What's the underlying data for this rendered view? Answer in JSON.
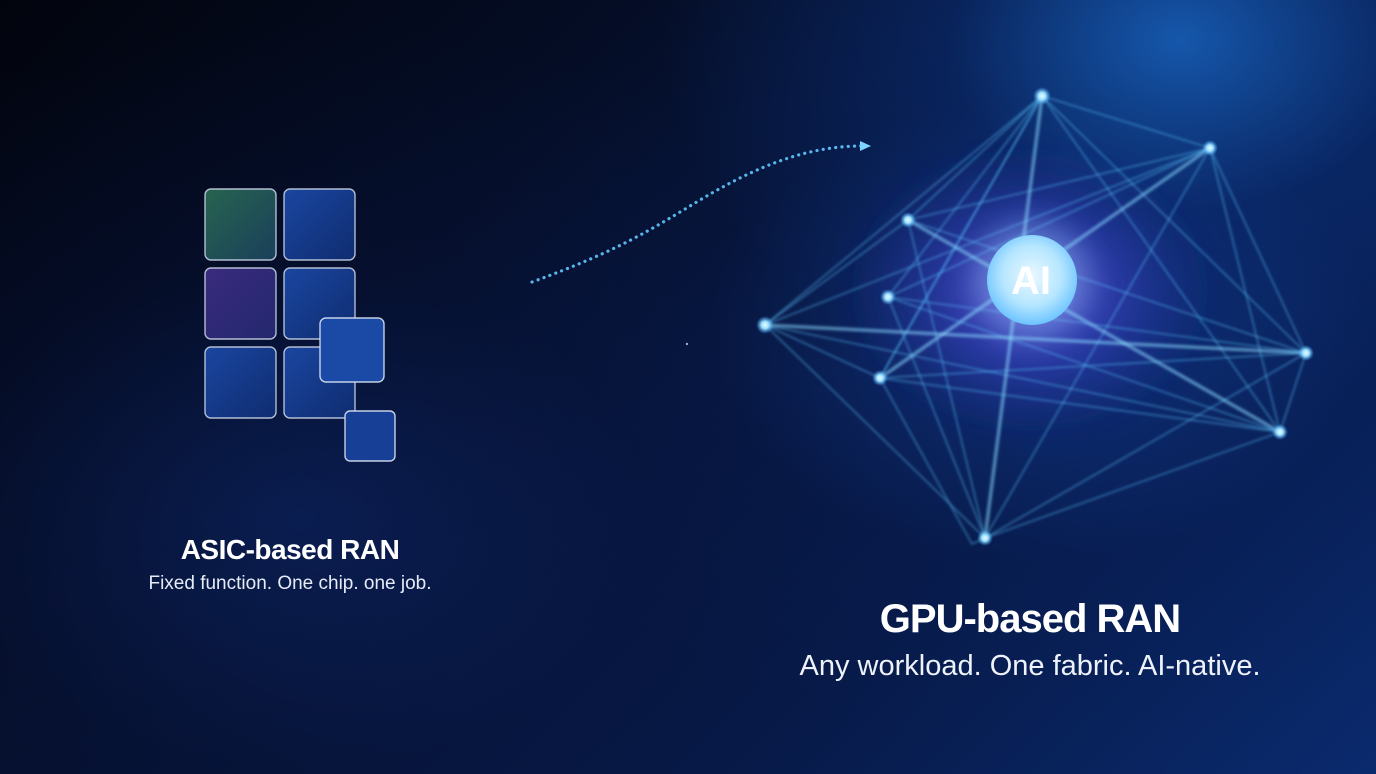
{
  "asic": {
    "title": "ASIC-based RAN",
    "subtitle": "Fixed function. One chip. one job."
  },
  "gpu": {
    "title": "GPU-based RAN",
    "subtitle": "Any workload. One fabric. AI-native.",
    "badge": "AI"
  },
  "icons": {
    "asic": "chip-grid-icon",
    "transition": "dotted-arrow-icon",
    "gpu": "neural-network-icon"
  },
  "colors": {
    "background": "#061232",
    "accent": "#3fb6ff",
    "badge_glow": "#bfe9ff",
    "tile_blue": "#153a8a",
    "tile_green": "#1f5a4a",
    "tile_purple": "#34297a"
  }
}
